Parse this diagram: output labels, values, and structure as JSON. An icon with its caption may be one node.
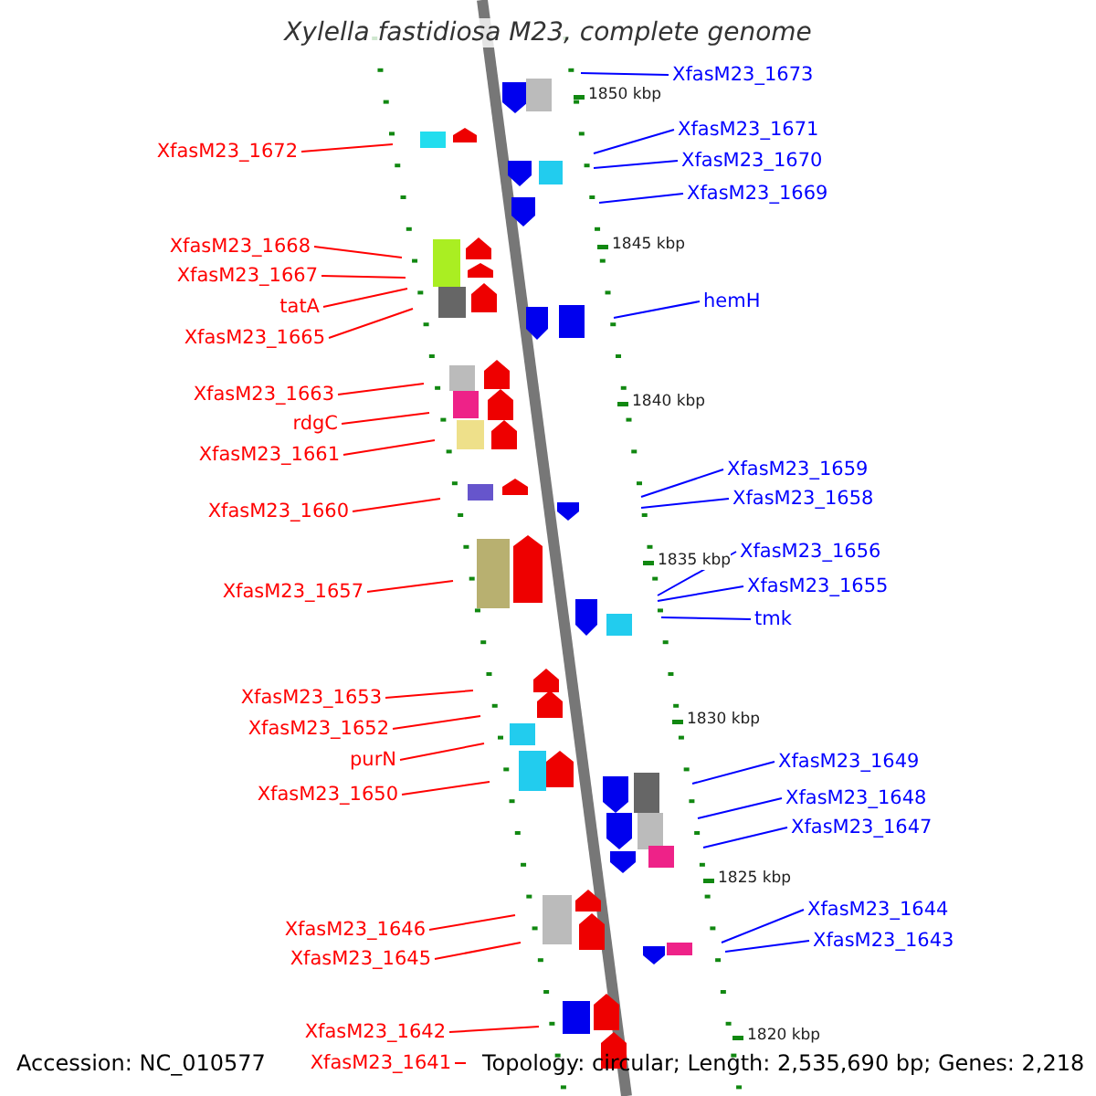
{
  "diagram": {
    "title": "Xylella fastidiosa M23, complete genome",
    "nodes": [
      {
        "text": [
          "XfasM23_1673"
        ]
      },
      {
        "text": [
          "XfasM23_1672"
        ]
      },
      {
        "text": [
          "XfasM23_1671"
        ]
      },
      {
        "text": [
          "XfasM23_1670"
        ]
      },
      {
        "text": [
          "XfasM23_1669"
        ]
      },
      {
        "text": [
          "XfasM23_1668"
        ]
      },
      {
        "text": [
          "XfasM23_1667"
        ]
      },
      {
        "text": [
          "tatA"
        ]
      },
      {
        "text": [
          "XfasM23_1665"
        ]
      },
      {
        "text": [
          "hemH"
        ]
      },
      {
        "text": [
          "XfasM23_1663"
        ]
      },
      {
        "text": [
          "rdgC"
        ]
      },
      {
        "text": [
          "XfasM23_1661"
        ]
      },
      {
        "text": [
          "XfasM23_1659"
        ]
      },
      {
        "text": [
          "XfasM23_1658"
        ]
      },
      {
        "text": [
          "XfasM23_1660"
        ]
      },
      {
        "text": [
          "XfasM23_1656"
        ]
      },
      {
        "text": [
          "XfasM23_1655"
        ]
      },
      {
        "text": [
          "XfasM23_1657"
        ]
      },
      {
        "text": [
          "tmk"
        ]
      },
      {
        "text": [
          "XfasM23_1653"
        ]
      },
      {
        "text": [
          "XfasM23_1652"
        ]
      },
      {
        "text": [
          "purN"
        ]
      },
      {
        "text": [
          "XfasM23_1649"
        ]
      },
      {
        "text": [
          "XfasM23_1650"
        ]
      },
      {
        "text": [
          "XfasM23_1648"
        ]
      },
      {
        "text": [
          "XfasM23_1647"
        ]
      },
      {
        "text": [
          "XfasM23_1644"
        ]
      },
      {
        "text": [
          "XfasM23_1646"
        ]
      },
      {
        "text": [
          "XfasM23_1643"
        ]
      },
      {
        "text": [
          "XfasM23_1645"
        ]
      },
      {
        "text": [
          "XfasM23_1642"
        ]
      },
      {
        "text": [
          "XfasM23_1641"
        ]
      }
    ],
    "edges": [
      {
        "from": 0,
        "to": null,
        "arrow": "none",
        "color": "#0000ff"
      },
      {
        "from": 1,
        "to": null,
        "arrow": "none"
      },
      {
        "from": 2,
        "to": null,
        "arrow": "none",
        "color": "#0000ff"
      },
      {
        "from": 3,
        "to": null,
        "arrow": "none",
        "color": "#0000ff"
      },
      {
        "from": 4,
        "to": null,
        "arrow": "none",
        "color": "#0000ff"
      },
      {
        "from": 5,
        "to": null,
        "arrow": "none"
      },
      {
        "from": 6,
        "to": null,
        "arrow": "none"
      },
      {
        "from": 7,
        "to": null,
        "arrow": "none"
      },
      {
        "from": 8,
        "to": null,
        "arrow": "none"
      },
      {
        "from": 9,
        "to": null,
        "arrow": "none",
        "color": "#0000ff"
      },
      {
        "from": 10,
        "to": null,
        "arrow": "none"
      },
      {
        "from": 11,
        "to": null,
        "arrow": "none"
      },
      {
        "from": 12,
        "to": null,
        "arrow": "none"
      },
      {
        "from": 13,
        "to": null,
        "arrow": "none",
        "color": "#0000ff"
      },
      {
        "from": 14,
        "to": null,
        "arrow": "none",
        "color": "#0000ff"
      },
      {
        "from": 15,
        "to": null,
        "arrow": "none"
      },
      {
        "from": 16,
        "to": null,
        "arrow": "none",
        "color": "#0000ff"
      },
      {
        "from": 17,
        "to": null,
        "arrow": "none",
        "color": "#0000ff"
      },
      {
        "from": 18,
        "to": null,
        "arrow": "none"
      },
      {
        "from": 19,
        "to": null,
        "arrow": "none",
        "color": "#0000ff"
      },
      {
        "from": 20,
        "to": null,
        "arrow": "none"
      },
      {
        "from": 21,
        "to": null,
        "arrow": "none"
      },
      {
        "from": 22,
        "to": null,
        "arrow": "none"
      },
      {
        "from": 23,
        "to": null,
        "arrow": "none",
        "color": "#0000ff"
      },
      {
        "from": 24,
        "to": null,
        "arrow": "none"
      },
      {
        "from": 25,
        "to": null,
        "arrow": "none",
        "color": "#0000ff"
      },
      {
        "from": 26,
        "to": null,
        "arrow": "none",
        "color": "#0000ff"
      },
      {
        "from": 27,
        "to": null,
        "arrow": "none",
        "color": "#0000ff"
      },
      {
        "from": 28,
        "to": null,
        "arrow": "none"
      },
      {
        "from": 29,
        "to": null,
        "arrow": "none",
        "color": "#0000ff"
      },
      {
        "from": 30,
        "to": null,
        "arrow": "none"
      },
      {
        "from": 31,
        "to": null,
        "arrow": "none"
      },
      {
        "from": 32,
        "to": null,
        "arrow": "none"
      }
    ],
    "labels": [
      "1850 kbp",
      "1845 kbp",
      "1840 kbp",
      "1835 kbp",
      "1830 kbp",
      "1825 kbp",
      "1820 kbp",
      "Accession: NC_010577",
      "Topology: circular; Length: 2,535,690 bp; Genes: 2,218"
    ]
  }
}
